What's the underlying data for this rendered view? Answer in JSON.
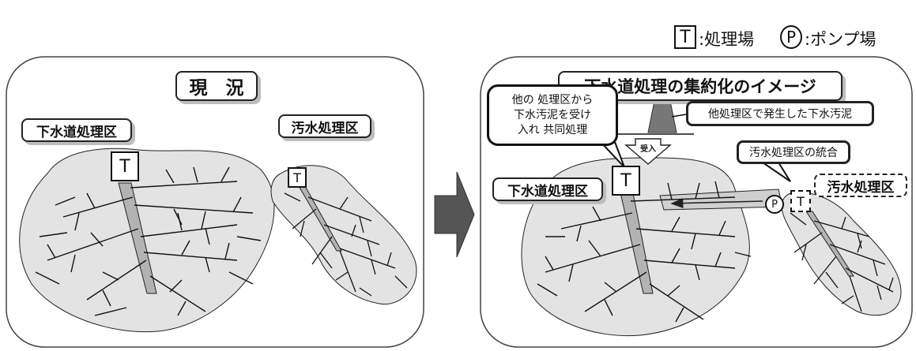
{
  "legend": {
    "t_symbol": "T",
    "t_text": ":処理場",
    "p_symbol": "P",
    "p_text": ":ポンプ場"
  },
  "left_panel": {
    "title": "現　況",
    "area_large_label": "下水道処理区",
    "area_small_label": "汚水処理区",
    "plant_large": "T",
    "plant_small": "T"
  },
  "right_panel": {
    "title": "下水道処理の集約化のイメージ",
    "callout_receive": [
      "他の 処理区から",
      "下水汚泥を受け",
      "入れ 共同処理"
    ],
    "sludge_label": "他処理区で発生した下水汚泥",
    "receive_arrow_label": "受入",
    "integration_label": "汚水処理区の統合",
    "area_large_label": "下水道処理区",
    "area_small_label": "汚水処理区",
    "plant_large": "T",
    "plant_small": "T",
    "pump": "P"
  },
  "colors": {
    "panel_border": "#444444",
    "area_fill": "#e3e3e3",
    "trunk_fill": "#b3b3b3",
    "arrow_fill": "#555555",
    "sludge_fill": "#777777"
  }
}
